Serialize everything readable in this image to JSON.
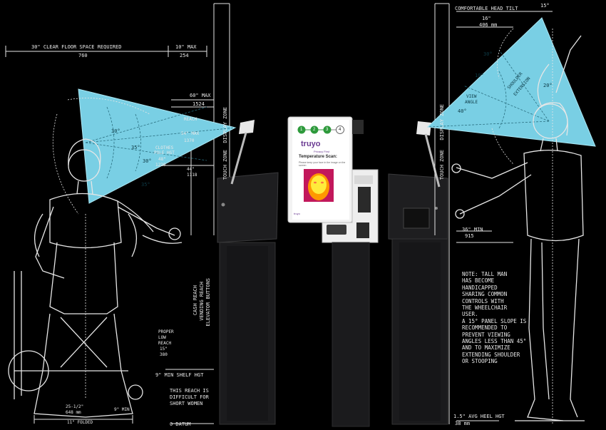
{
  "labels": {
    "clear_floor": "30\" CLEAR FLOOR SPACE REQUIRED",
    "clear_floor_mm": "760",
    "max_10": "10\" MAX",
    "max_10_mm": "254",
    "max_60": "60\" MAX",
    "max_60_mm": "1524",
    "reach_54": "REACH",
    "reach_54b": "54\" MAX",
    "reach_54_mm": "1370",
    "clothes_pole": "CLOTHES",
    "clothes_pole2": "POLE HGT",
    "clothes_48": "48\"",
    "clothes_48_mm": "1220",
    "in_44": "44\"",
    "in_44_mm": "1118",
    "deg30a": "30°",
    "deg35a": "35°",
    "deg30b": "30°",
    "deg35b": "35°",
    "display_zone_left": "DISPLAY ZONE",
    "touch_zone_left": "TOUCH ZONE",
    "reach_vert": "CASH REACH",
    "reach_vert2": "VENDING REACH",
    "reach_vert3": "ELEVATOR BUTTONS",
    "proper_low": "PROPER",
    "proper_low2": "LOW",
    "proper_low3": "REACH",
    "proper_low4": "15\"",
    "proper_low5": "380",
    "min_shelf": "9\" MIN SHELF HGT",
    "this_reach": "THIS REACH IS",
    "this_reach2": "DIFFICULT FOR",
    "this_reach3": "SHORT WOMEN",
    "datum": "0 DATUM",
    "base_w": "25-1/2\"",
    "base_w_mm": "648 mm",
    "fold": "11\" FOLDED",
    "min9": "9\" MIN",
    "comf_tilt": "COMFORTABLE HEAD TILT",
    "tilt_deg": "15°",
    "w16": "16\"",
    "w16_mm": "406 mm",
    "d30": "30°",
    "d10": "10°",
    "d40": "40°",
    "view_angle": "VIEW",
    "view_angle2": "ANGLE",
    "d20": "20°",
    "shoulder": "SHOULDER",
    "shoulder2": "EXTENSION",
    "display_zone_right": "DISPLAY ZONE",
    "touch_zone_right": "TOUCH ZONE",
    "min_36": "36\" MIN",
    "min_36_mm": "915",
    "heel": "1.5\" AVG HEEL HGT",
    "heel_mm": "38 mm"
  },
  "note_lines": [
    "NOTE: TALL MAN",
    "HAS BECOME",
    "HANDICAPPED",
    "SHARING COMMON",
    "CONTROLS WITH",
    "THE WHEELCHAIR",
    "USER.",
    "A 15° PANEL SLOPE IS",
    "RECOMMENDED TO",
    "PREVENT VIEWING",
    "ANGLES LESS THAN 45°",
    "AND TO MAXIMIZE",
    "EXTENDING SHOULDER",
    "OR STOOPING"
  ],
  "kiosk_screen": {
    "steps": [
      "1",
      "2",
      "3",
      "4"
    ],
    "brand": "truyo",
    "tagline": "Privacy First",
    "heading": "Temperature Scan:",
    "instruction": "Please keep your face in the image on the screen",
    "footer": "truyo"
  },
  "colors": {
    "background": "#000000",
    "sightline_fill": "#79cfe4",
    "linework": "#e6e6e6",
    "kiosk_body": "#1e1e20",
    "step_green": "#2e9a3c",
    "brand_purple": "#6a3a92"
  }
}
